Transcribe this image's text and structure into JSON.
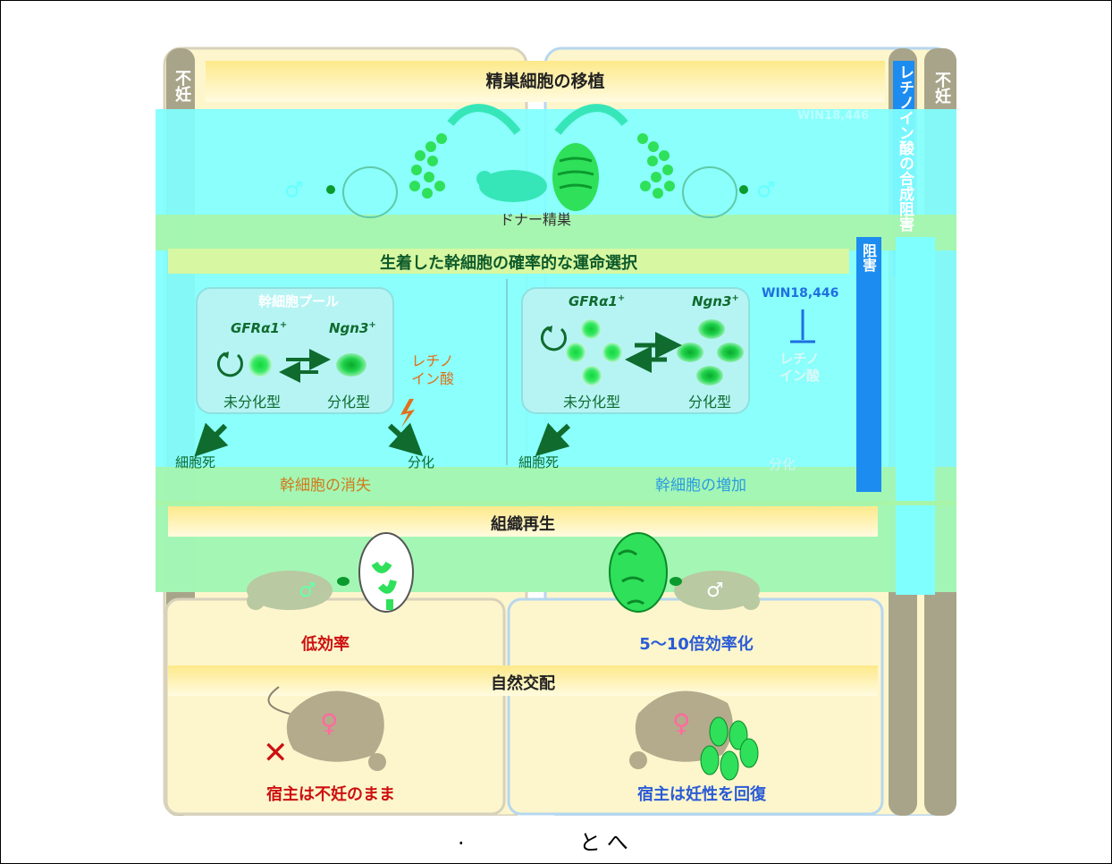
{
  "figure": {
    "top_banner": "精巣細胞の移植",
    "side_left_tab": "不妊",
    "side_right_tab": "不妊",
    "side_ra_bar": "レチノイン酸の合成阻害",
    "side_inhibit": "阻害",
    "top_right_faint": "WIN18,446",
    "donor_label": "ドナー精巣",
    "male_symbol": "♂",
    "female_symbol": "♀",
    "fate_banner": "生着した幹細胞の確率的な運命選択",
    "left_panel": {
      "pool_title": "幹細胞プール",
      "gfra": "GFRα1",
      "ngn": "Ngn3",
      "plus": "+",
      "undiff": "未分化型",
      "diff": "分化型",
      "ra_line1": "レチノ",
      "ra_line2": "イン酸",
      "death": "細胞死",
      "differentiation": "分化",
      "outcome": "幹細胞の消失"
    },
    "right_panel": {
      "gfra": "GFRα1",
      "ngn": "Ngn3",
      "plus": "+",
      "undiff": "未分化型",
      "diff": "分化型",
      "win": "WIN18,446",
      "ra_line1": "レチノ",
      "ra_line2": "イン酸",
      "death": "細胞死",
      "differentiation": "分化",
      "outcome": "幹細胞の増加"
    },
    "regen_banner": "組織再生",
    "left_efficiency": "低効率",
    "right_efficiency": "5〜10倍効率化",
    "mating_banner": "自然交配",
    "left_result": "宿主は不妊のまま",
    "right_result": "宿主は妊性を回復",
    "cross_mark": "✕"
  },
  "caption": {
    "dot": ".",
    "text": "とへ"
  },
  "colors": {
    "overlay_cyan": "#80ffff",
    "overlay_green": "#a8f5a8",
    "cell_green": "#2fe05a",
    "arrow_dark_green": "#0f6b2e",
    "ra_orange": "#e0701a",
    "win_blue": "#1f6fe0",
    "bad_red": "#cc1010",
    "good_blue": "#2a5bd6",
    "banner_yellow": "#fbf09a",
    "panel_cream": "#fdf6cc",
    "side_gray": "#a8a48a",
    "ra_bar_blue": "#1c8cf0"
  }
}
